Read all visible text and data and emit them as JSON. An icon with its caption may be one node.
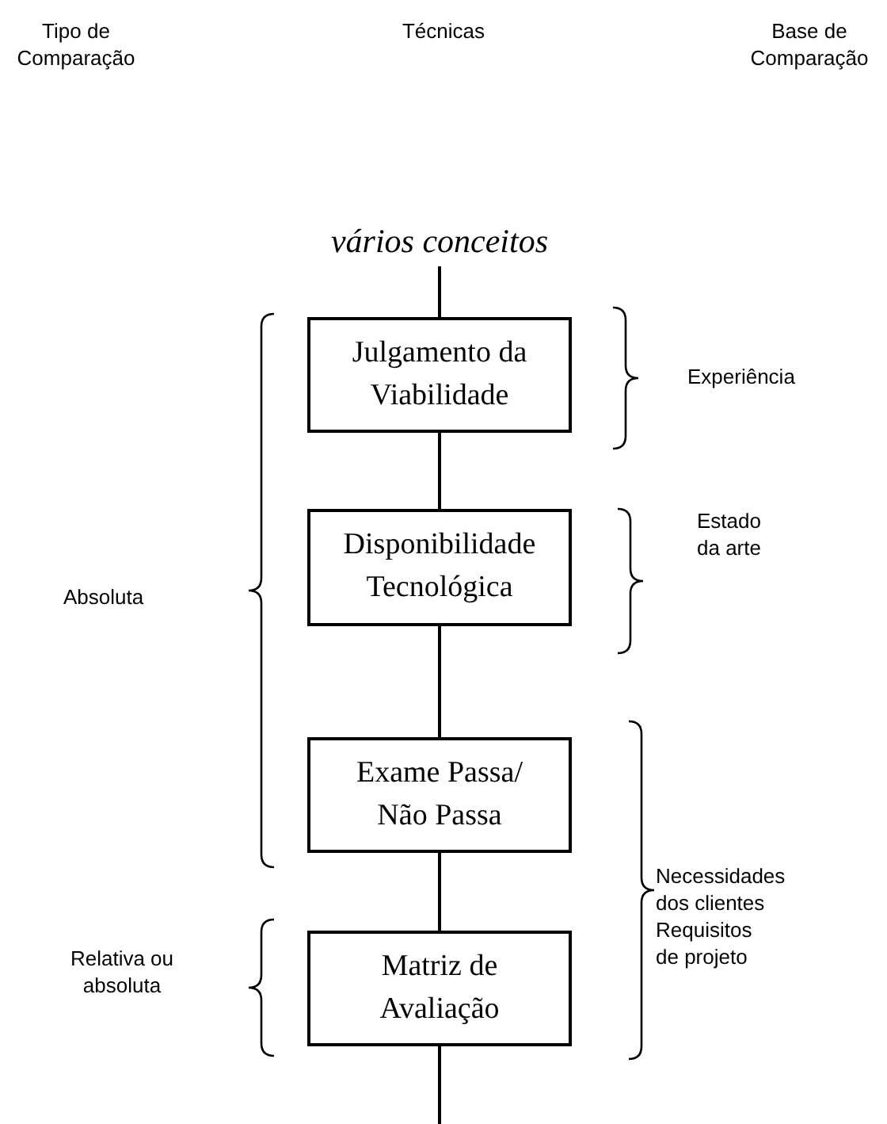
{
  "diagram": {
    "nodes": [
      {
        "text": [
          "vários conceitos"
        ]
      },
      {
        "text": [
          "Julgamento da Viabilidade"
        ]
      },
      {
        "text": [
          "Disponibilidade Tecnológica"
        ]
      },
      {
        "text": [
          "Exame Passa/ Não Passa"
        ]
      },
      {
        "text": [
          "Matriz de Avaliação"
        ]
      }
    ],
    "edges": [
      {
        "from": 0,
        "to": 1,
        "arrow": "none"
      },
      {
        "from": 1,
        "to": 2,
        "arrow": "none"
      },
      {
        "from": 2,
        "to": 3,
        "arrow": "none"
      },
      {
        "from": 3,
        "to": 4,
        "arrow": "none"
      },
      {
        "from": 4,
        "to": null,
        "arrow": "none"
      }
    ],
    "labels": [
      "Tipo de Comparação",
      "Técnicas",
      "Base de Comparação",
      "Experiência",
      "Estado da arte",
      "Absoluta",
      "Necessidades dos clientes",
      "Requisitos de projeto",
      "Relativa ou absoluta"
    ]
  }
}
